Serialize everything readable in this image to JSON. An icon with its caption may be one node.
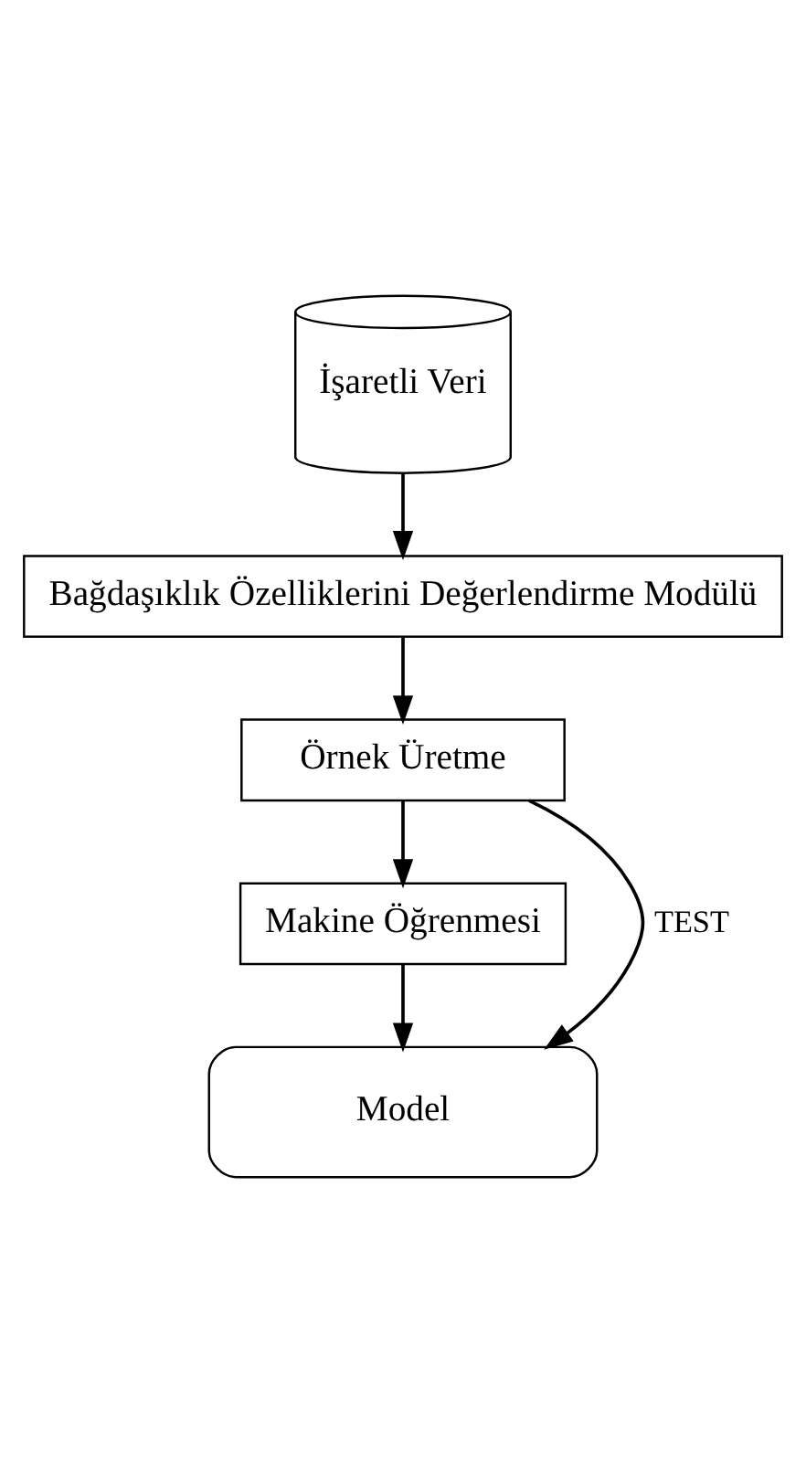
{
  "diagram": {
    "nodes": [
      {
        "text": [
          "İşaretli Veri"
        ]
      },
      {
        "text": [
          "Bağdaşıklık Özelliklerini Değerlendirme Modülü"
        ]
      },
      {
        "text": [
          "Örnek Üretme"
        ]
      },
      {
        "text": [
          "Makine Öğrenmesi"
        ]
      },
      {
        "text": [
          "Model"
        ]
      }
    ],
    "edges": [
      {
        "from": 0,
        "to": 1,
        "arrow": "to"
      },
      {
        "from": 1,
        "to": 2,
        "arrow": "to"
      },
      {
        "from": 2,
        "to": 3,
        "arrow": "to"
      },
      {
        "from": 3,
        "to": 4,
        "arrow": "to"
      },
      {
        "from": 2,
        "to": 4,
        "arrow": "to",
        "label": "TEST"
      }
    ]
  }
}
